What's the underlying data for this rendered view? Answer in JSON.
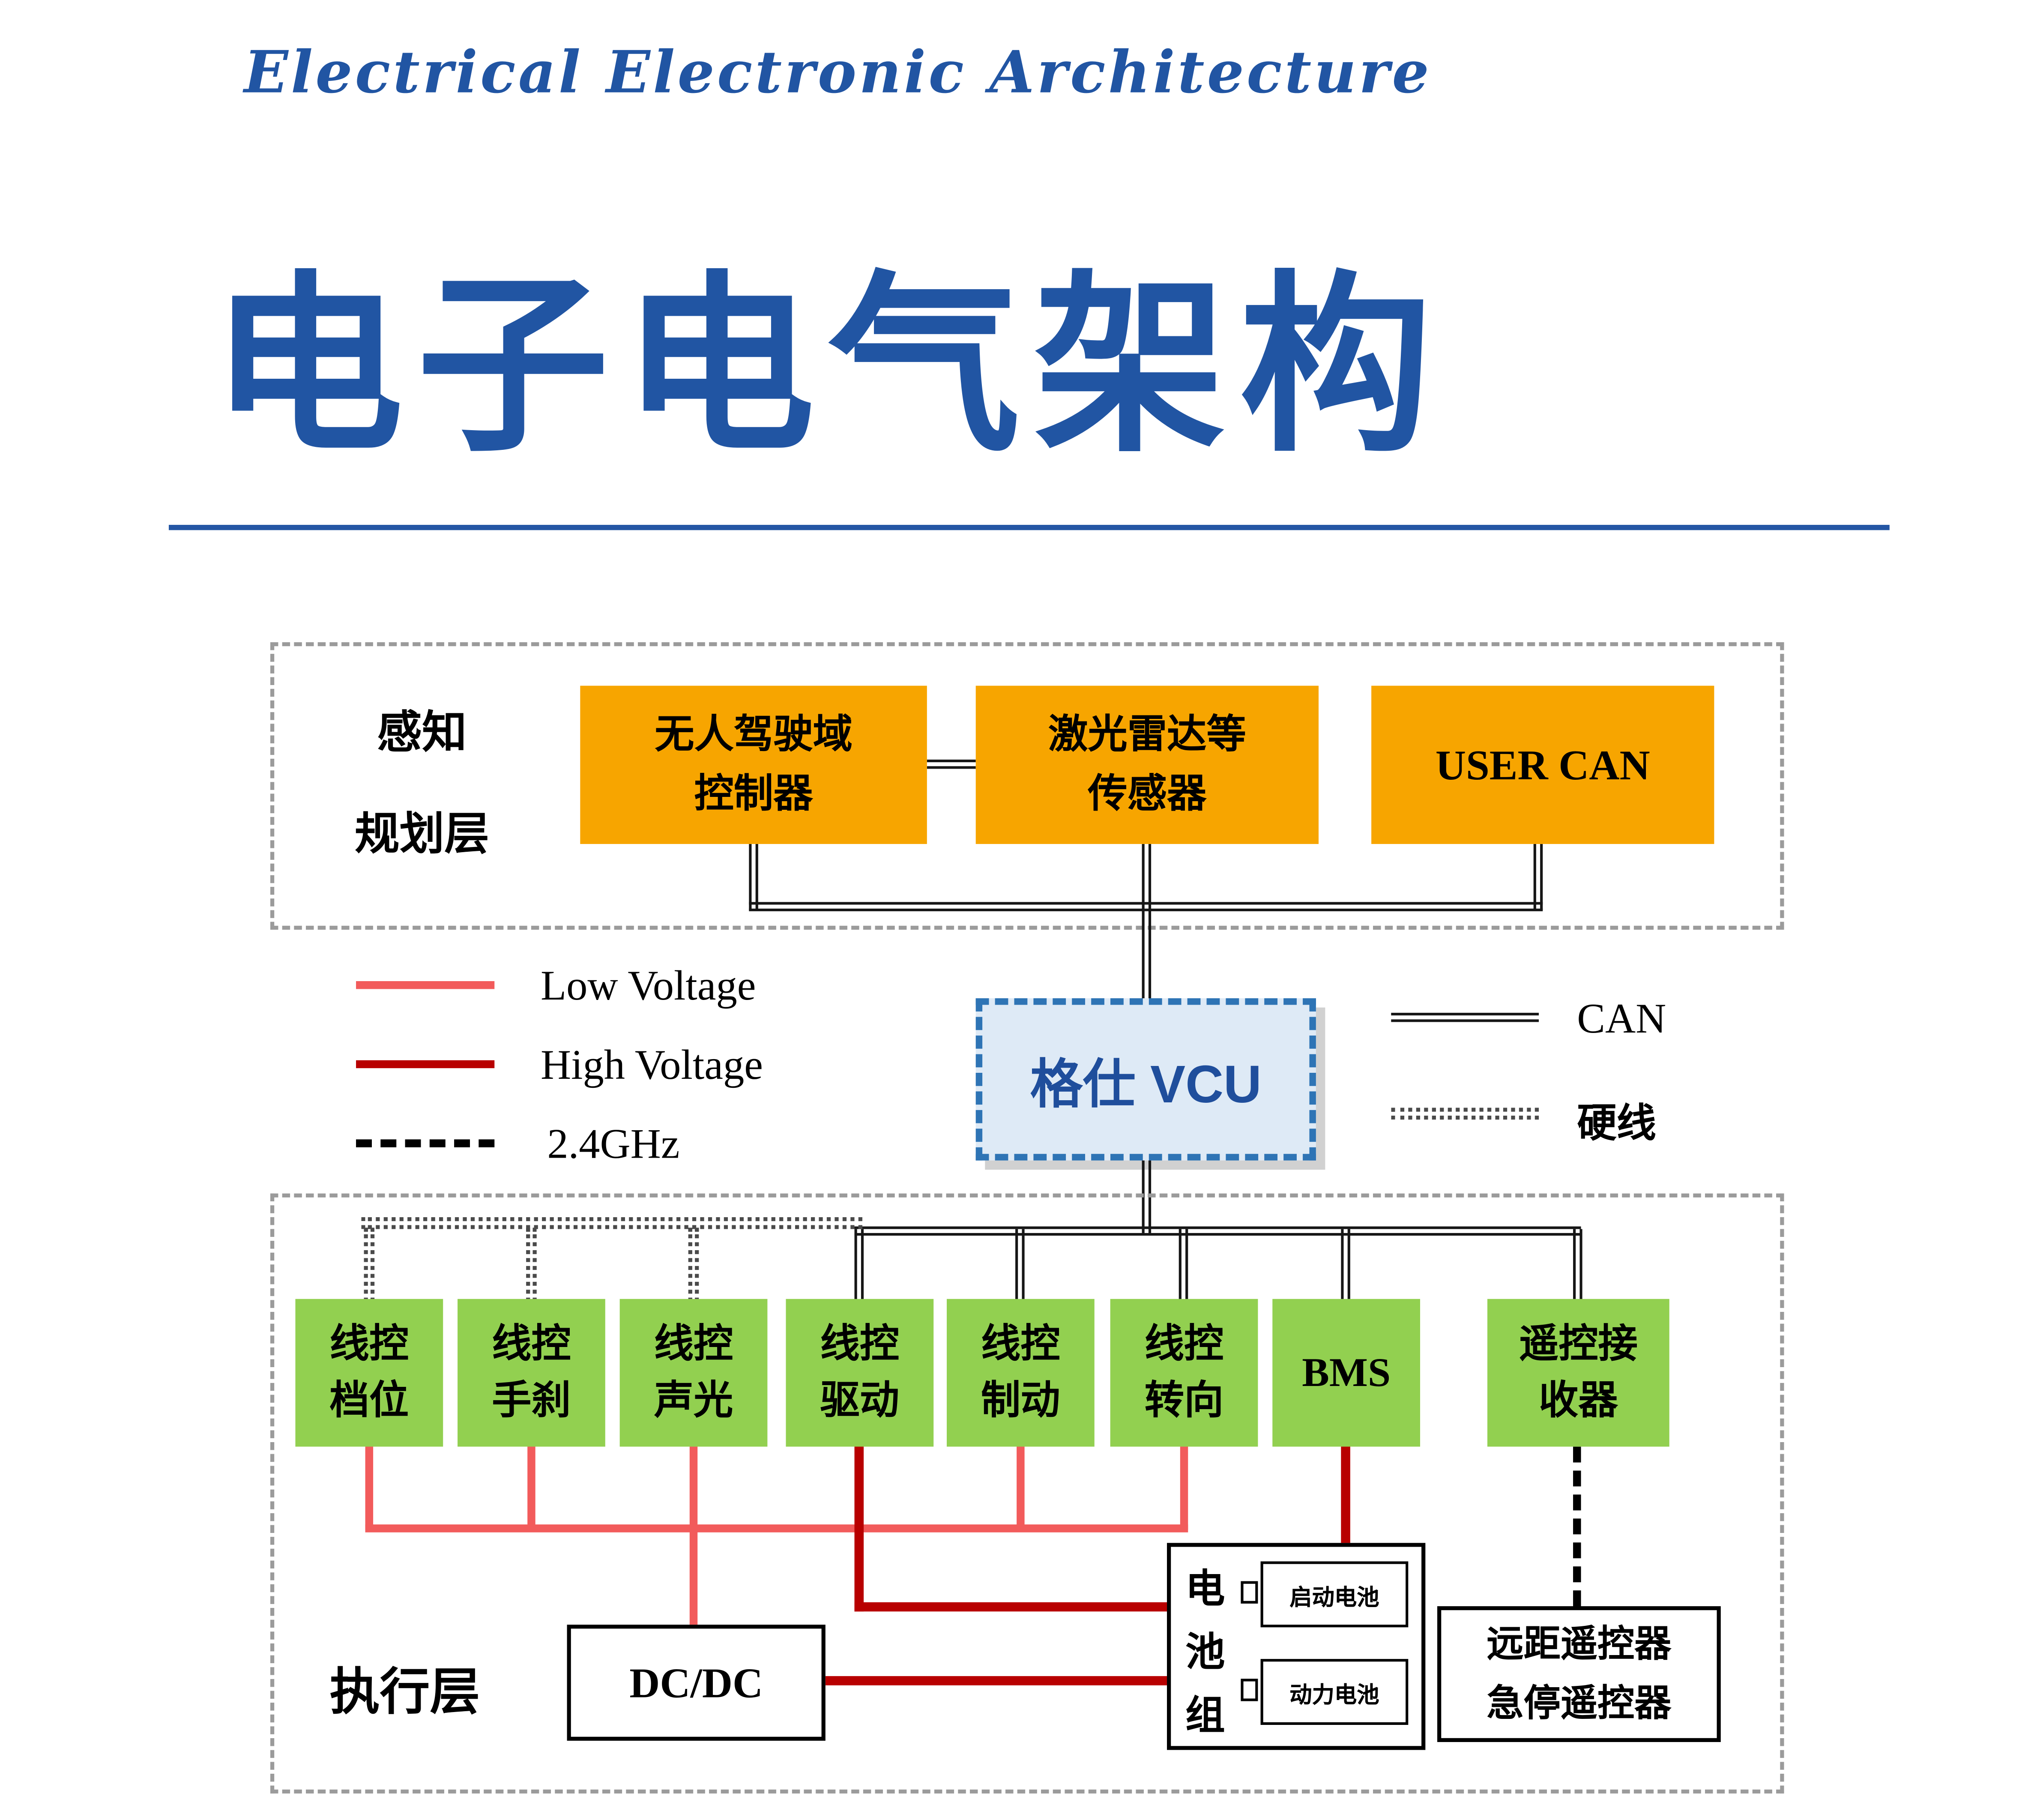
{
  "colors": {
    "brand_blue": "#2155A3",
    "orange_box": "#F7A500",
    "green_box": "#92D050",
    "vcu_fill": "#DEEAF6",
    "vcu_border": "#2E74B5",
    "low_voltage": "#F25B5B",
    "high_voltage": "#B80000"
  },
  "header": {
    "script_title": "Electrical Electronic Architecture",
    "main_title": "电子电气架构"
  },
  "perception_layer": {
    "label_line1": "感知",
    "label_line2": "规划层",
    "box_autonomous": {
      "line1": "无人驾驶域",
      "line2": "控制器"
    },
    "box_lidar": {
      "line1": "激光雷达等",
      "line2": "传感器"
    },
    "box_usercan": {
      "label": "USER CAN"
    }
  },
  "legend": {
    "low_voltage": "Low Voltage",
    "high_voltage": "High Voltage",
    "ghz": "2.4GHz",
    "can": "CAN",
    "hard_wire": "硬线"
  },
  "vcu": {
    "label": "格仕 VCU"
  },
  "execution_layer": {
    "label": "执行层",
    "boxes": [
      {
        "line1": "线控",
        "line2": "档位"
      },
      {
        "line1": "线控",
        "line2": "手刹"
      },
      {
        "line1": "线控",
        "line2": "声光"
      },
      {
        "line1": "线控",
        "line2": "驱动"
      },
      {
        "line1": "线控",
        "line2": "制动"
      },
      {
        "line1": "线控",
        "line2": "转向"
      },
      {
        "line1": "BMS",
        "line2": ""
      },
      {
        "line1": "遥控接",
        "line2": "收器"
      }
    ],
    "dcdc_label": "DC/DC",
    "battery": {
      "label": "电池组",
      "cell1": "启动电池",
      "cell2": "动力电池"
    },
    "remote": {
      "line1": "远距遥控器",
      "line2": "急停遥控器"
    }
  }
}
